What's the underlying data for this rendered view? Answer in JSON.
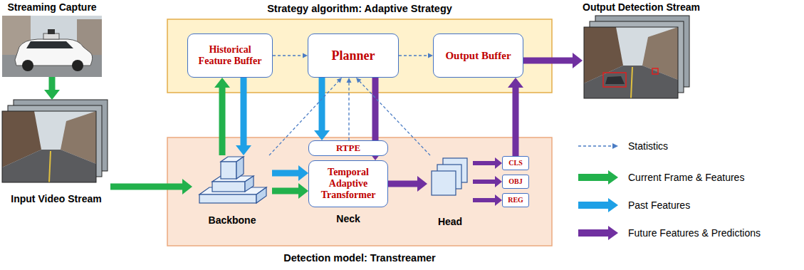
{
  "diagram": {
    "nodes": [
      {
        "text": [
          "Streaming Capture"
        ]
      },
      {
        "text": [
          "Strategy algorithm: Adaptive Strategy"
        ]
      },
      {
        "text": [
          "Historical Feature Buffer"
        ],
        "in": 1
      },
      {
        "text": [
          "Planner"
        ],
        "in": 1
      },
      {
        "text": [
          "Output Buffer"
        ],
        "in": 1
      },
      {
        "text": [
          "Output Detection Stream"
        ]
      },
      {
        "text": [
          "Input Video Stream"
        ]
      },
      {
        "text": [
          "Detection model: Transtreamer"
        ]
      },
      {
        "text": [
          "Backbone"
        ],
        "in": 7
      },
      {
        "text": [
          "RTPE"
        ],
        "in": 7
      },
      {
        "text": [
          "Temporal Adaptive Transformer"
        ],
        "in": 7
      },
      {
        "text": [
          "Head"
        ],
        "in": 7
      },
      {
        "text": [
          "CLS"
        ],
        "in": 7
      },
      {
        "text": [
          "OBJ"
        ],
        "in": 7
      },
      {
        "text": [
          "REG"
        ],
        "in": 7
      }
    ],
    "edges": [
      {
        "from": 0,
        "to": 6,
        "arrow": "to"
      },
      {
        "from": 6,
        "to": 8,
        "arrow": "to"
      },
      {
        "from": 8,
        "to": 2,
        "arrow": "to"
      },
      {
        "from": 2,
        "to": 8,
        "arrow": "to"
      },
      {
        "from": 8,
        "to": 10,
        "arrow": "to"
      },
      {
        "from": 8,
        "to": 10,
        "arrow": "to"
      },
      {
        "from": 2,
        "to": 3,
        "arrow": "to"
      },
      {
        "from": 3,
        "to": 4,
        "arrow": "to"
      },
      {
        "from": 3,
        "to": 9,
        "arrow": "to"
      },
      {
        "from": 3,
        "to": 10,
        "arrow": "to"
      },
      {
        "from": 8,
        "to": 3,
        "arrow": "to"
      },
      {
        "from": 9,
        "to": 3,
        "arrow": "to"
      },
      {
        "from": 11,
        "to": 3,
        "arrow": "to"
      },
      {
        "from": 10,
        "to": 11,
        "arrow": "to"
      },
      {
        "from": 11,
        "to": 12,
        "arrow": "to"
      },
      {
        "from": 11,
        "to": 13,
        "arrow": "to"
      },
      {
        "from": 11,
        "to": 14,
        "arrow": "to"
      },
      {
        "from": 12,
        "to": 4,
        "arrow": "to"
      },
      {
        "from": 4,
        "to": 5,
        "arrow": "to"
      }
    ],
    "labels": [
      "Neck"
    ],
    "legend": [
      {
        "text": "Statistics"
      },
      {
        "text": "Current Frame & Features",
        "color": "#22b14c"
      },
      {
        "text": "Past Features",
        "color": "#1ea0e6"
      },
      {
        "text": "Future Features & Predictions",
        "color": "#7030a0"
      }
    ]
  }
}
